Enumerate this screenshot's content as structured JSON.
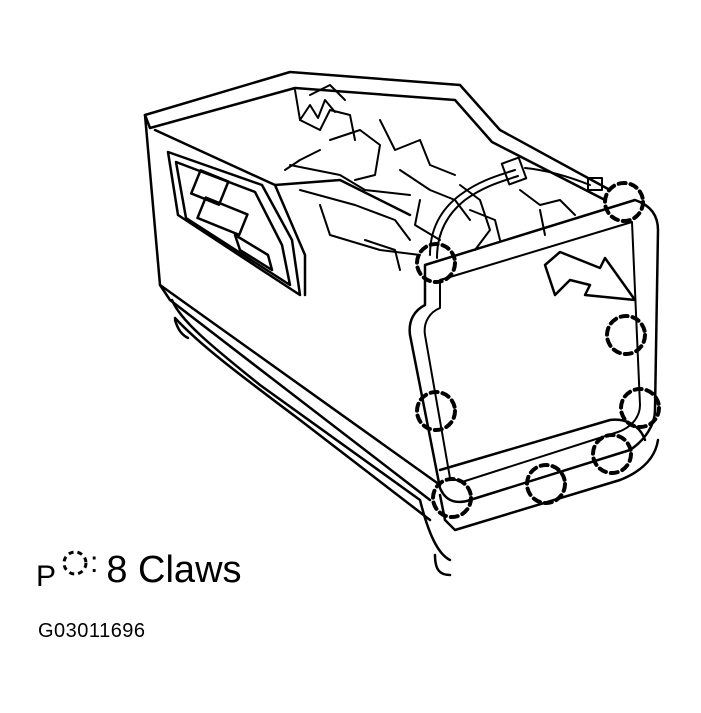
{
  "legend": {
    "prefix": "P",
    "separator": ":",
    "label": "8 Claws",
    "icon": "dashed-circle-icon"
  },
  "figure_code": "G03011696",
  "colors": {
    "line": "#000000",
    "background": "#ffffff"
  }
}
